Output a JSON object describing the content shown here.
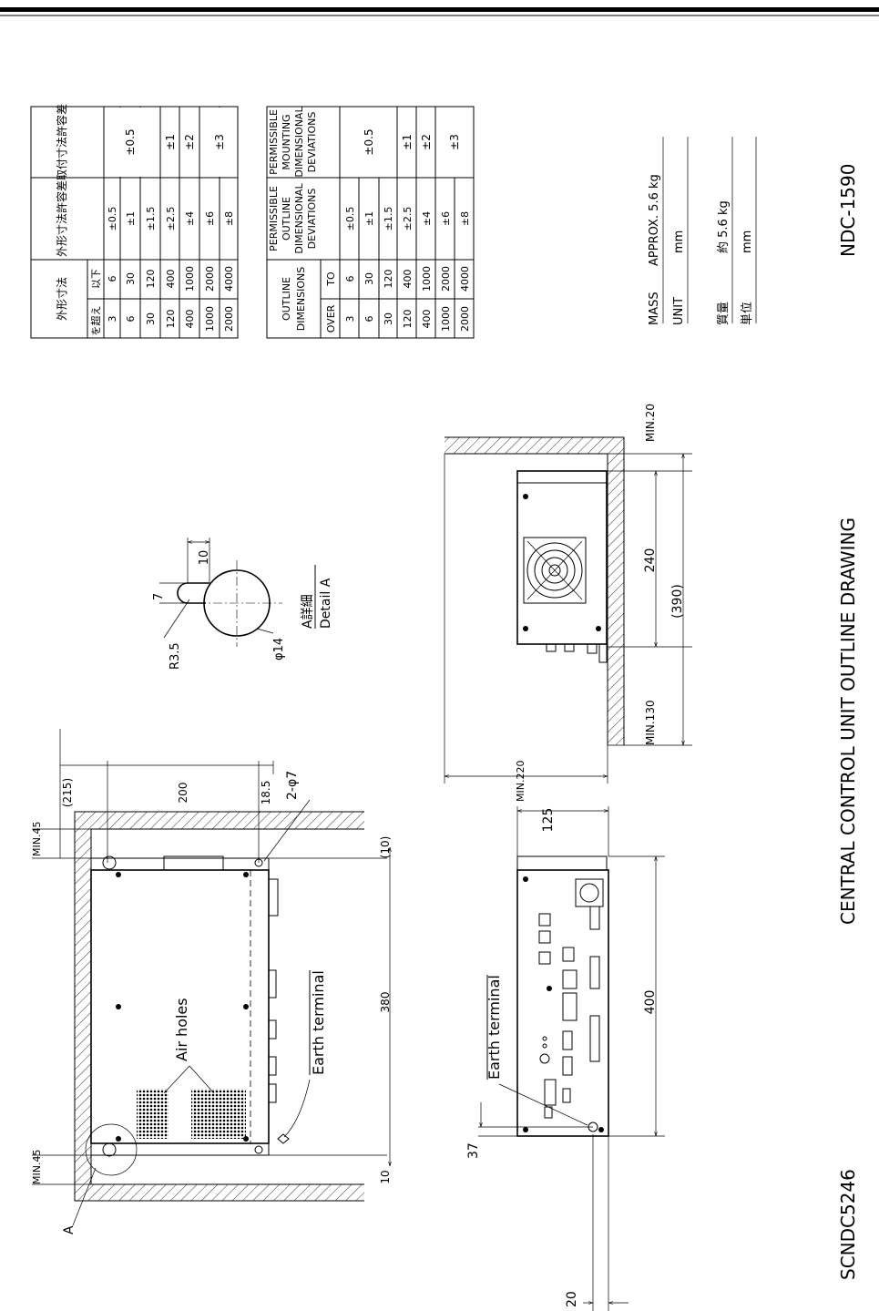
{
  "drawing": {
    "title": "CENTRAL CONTROL UNIT OUTLINE DRAWING",
    "doc_no": "SCNDC5246",
    "model": "NDC-1590",
    "mass_label_en": "MASS",
    "mass_value_en": "APPROX.  5.6 kg",
    "unit_label_en": "UNIT",
    "unit_value_en": "mm",
    "mass_label_jp": "質量",
    "mass_value_jp": "約 5.6 kg",
    "unit_label_jp": "単位",
    "unit_value_jp": "mm"
  },
  "table_jp": {
    "outline_header": "外形寸法",
    "over_header": "を超え",
    "to_header": "以下",
    "outline_dev_header": "外形寸法許容差",
    "mount_dev_header": "取付寸法許容差",
    "rows": [
      {
        "over": "3",
        "to": "6",
        "outline": "±0.5"
      },
      {
        "over": "6",
        "to": "30",
        "outline": "±1"
      },
      {
        "over": "30",
        "to": "120",
        "outline": "±1.5"
      },
      {
        "over": "120",
        "to": "400",
        "outline": "±2.5"
      },
      {
        "over": "400",
        "to": "1000",
        "outline": "±4"
      },
      {
        "over": "1000",
        "to": "2000",
        "outline": "±6"
      },
      {
        "over": "2000",
        "to": "4000",
        "outline": "±8"
      }
    ],
    "mount": [
      "±0.5",
      "±1",
      "±2",
      "±3"
    ]
  },
  "table_en": {
    "outline_header_1": "OUTLINE",
    "outline_header_2": "DIMENSIONS",
    "over_header": "OVER",
    "to_header": "TO",
    "outline_dev_1": "PERMISSIBLE",
    "outline_dev_2": "OUTLINE",
    "outline_dev_3": "DIMENSIONAL",
    "outline_dev_4": "DEVIATIONS",
    "mount_dev_1": "PERMISSIBLE",
    "mount_dev_2": "MOUNTING",
    "mount_dev_3": "DIMENSIONAL",
    "mount_dev_4": "DEVIATIONS",
    "rows": [
      {
        "over": "3",
        "to": "6",
        "outline": "±0.5"
      },
      {
        "over": "6",
        "to": "30",
        "outline": "±1"
      },
      {
        "over": "30",
        "to": "120",
        "outline": "±1.5"
      },
      {
        "over": "120",
        "to": "400",
        "outline": "±2.5"
      },
      {
        "over": "400",
        "to": "1000",
        "outline": "±4"
      },
      {
        "over": "1000",
        "to": "2000",
        "outline": "±6"
      },
      {
        "over": "2000",
        "to": "4000",
        "outline": "±8"
      }
    ],
    "mount": [
      "±0.5",
      "±1",
      "±2",
      "±3"
    ]
  },
  "detail": {
    "r_label": "R3.5",
    "dim_7": "7",
    "dim_10": "10",
    "phi_label": "φ14",
    "caption_jp": "A詳細",
    "caption_en": "Detail A"
  },
  "top_view": {
    "min45_a": "MIN.45",
    "min45_b": "MIN.45",
    "dim_10": "10",
    "dim_380": "380",
    "dim_10p": "(10)",
    "dim_215": "(215)",
    "dim_200": "200",
    "dim_185": "18.5",
    "holes": "2-φ7",
    "air_holes": "Air holes",
    "earth": "Earth terminal",
    "marker_a": "A"
  },
  "front_view": {
    "earth": "Earth terminal",
    "dim_37": "37",
    "dim_20": "20",
    "dim_400": "400",
    "dim_125": "125"
  },
  "side_view": {
    "min220": "MIN.220",
    "min130": "MIN.130",
    "dim_240": "240",
    "dim_390": "(390)",
    "min20": "MIN.20"
  }
}
